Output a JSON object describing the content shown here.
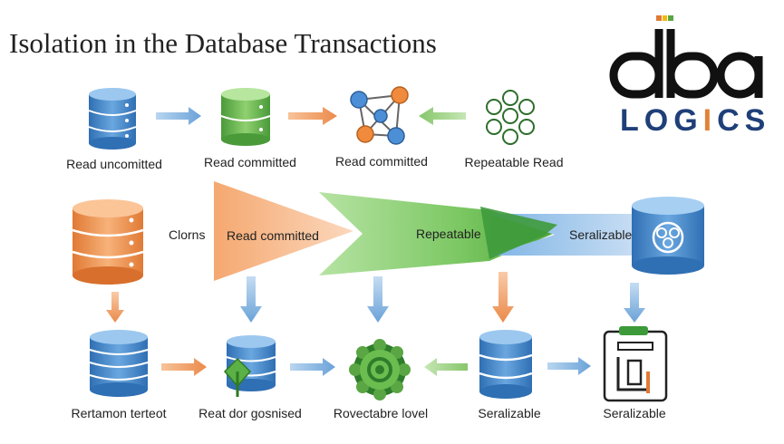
{
  "title": "Isolation in the Database Transactions",
  "logo": {
    "mark": "dba",
    "name_pre": "LOG",
    "name_accent": "I",
    "name_post": "CS"
  },
  "colors": {
    "blue": "#3f7fc2",
    "green": "#5aa544",
    "orange": "#e98745",
    "logo_navy": "#1f3f78"
  },
  "top_row": {
    "items": [
      {
        "label": "Read uncomitted",
        "icon": "database-blue-icon"
      },
      {
        "label": "Read committed",
        "icon": "database-green-icon"
      },
      {
        "label": "Read committed",
        "icon": "network-nodes-icon"
      },
      {
        "label": "Repeatable Read",
        "icon": "circle-cluster-icon"
      }
    ]
  },
  "middle_row": {
    "side_label": "Clorns",
    "band_labels": [
      "Read committed",
      "Repeatable",
      "Seralizable"
    ]
  },
  "bottom_row": {
    "items": [
      {
        "label": "Rertamon terteot",
        "icon": "database-stack-blue-icon"
      },
      {
        "label": "Reat dor gosnised",
        "icon": "database-leaf-icon"
      },
      {
        "label": "Rovectabre lovel",
        "icon": "gear-icon"
      },
      {
        "label": "Seralizable",
        "icon": "database-blue-icon"
      },
      {
        "label": "Seralizable",
        "icon": "clipboard-icon"
      }
    ]
  }
}
